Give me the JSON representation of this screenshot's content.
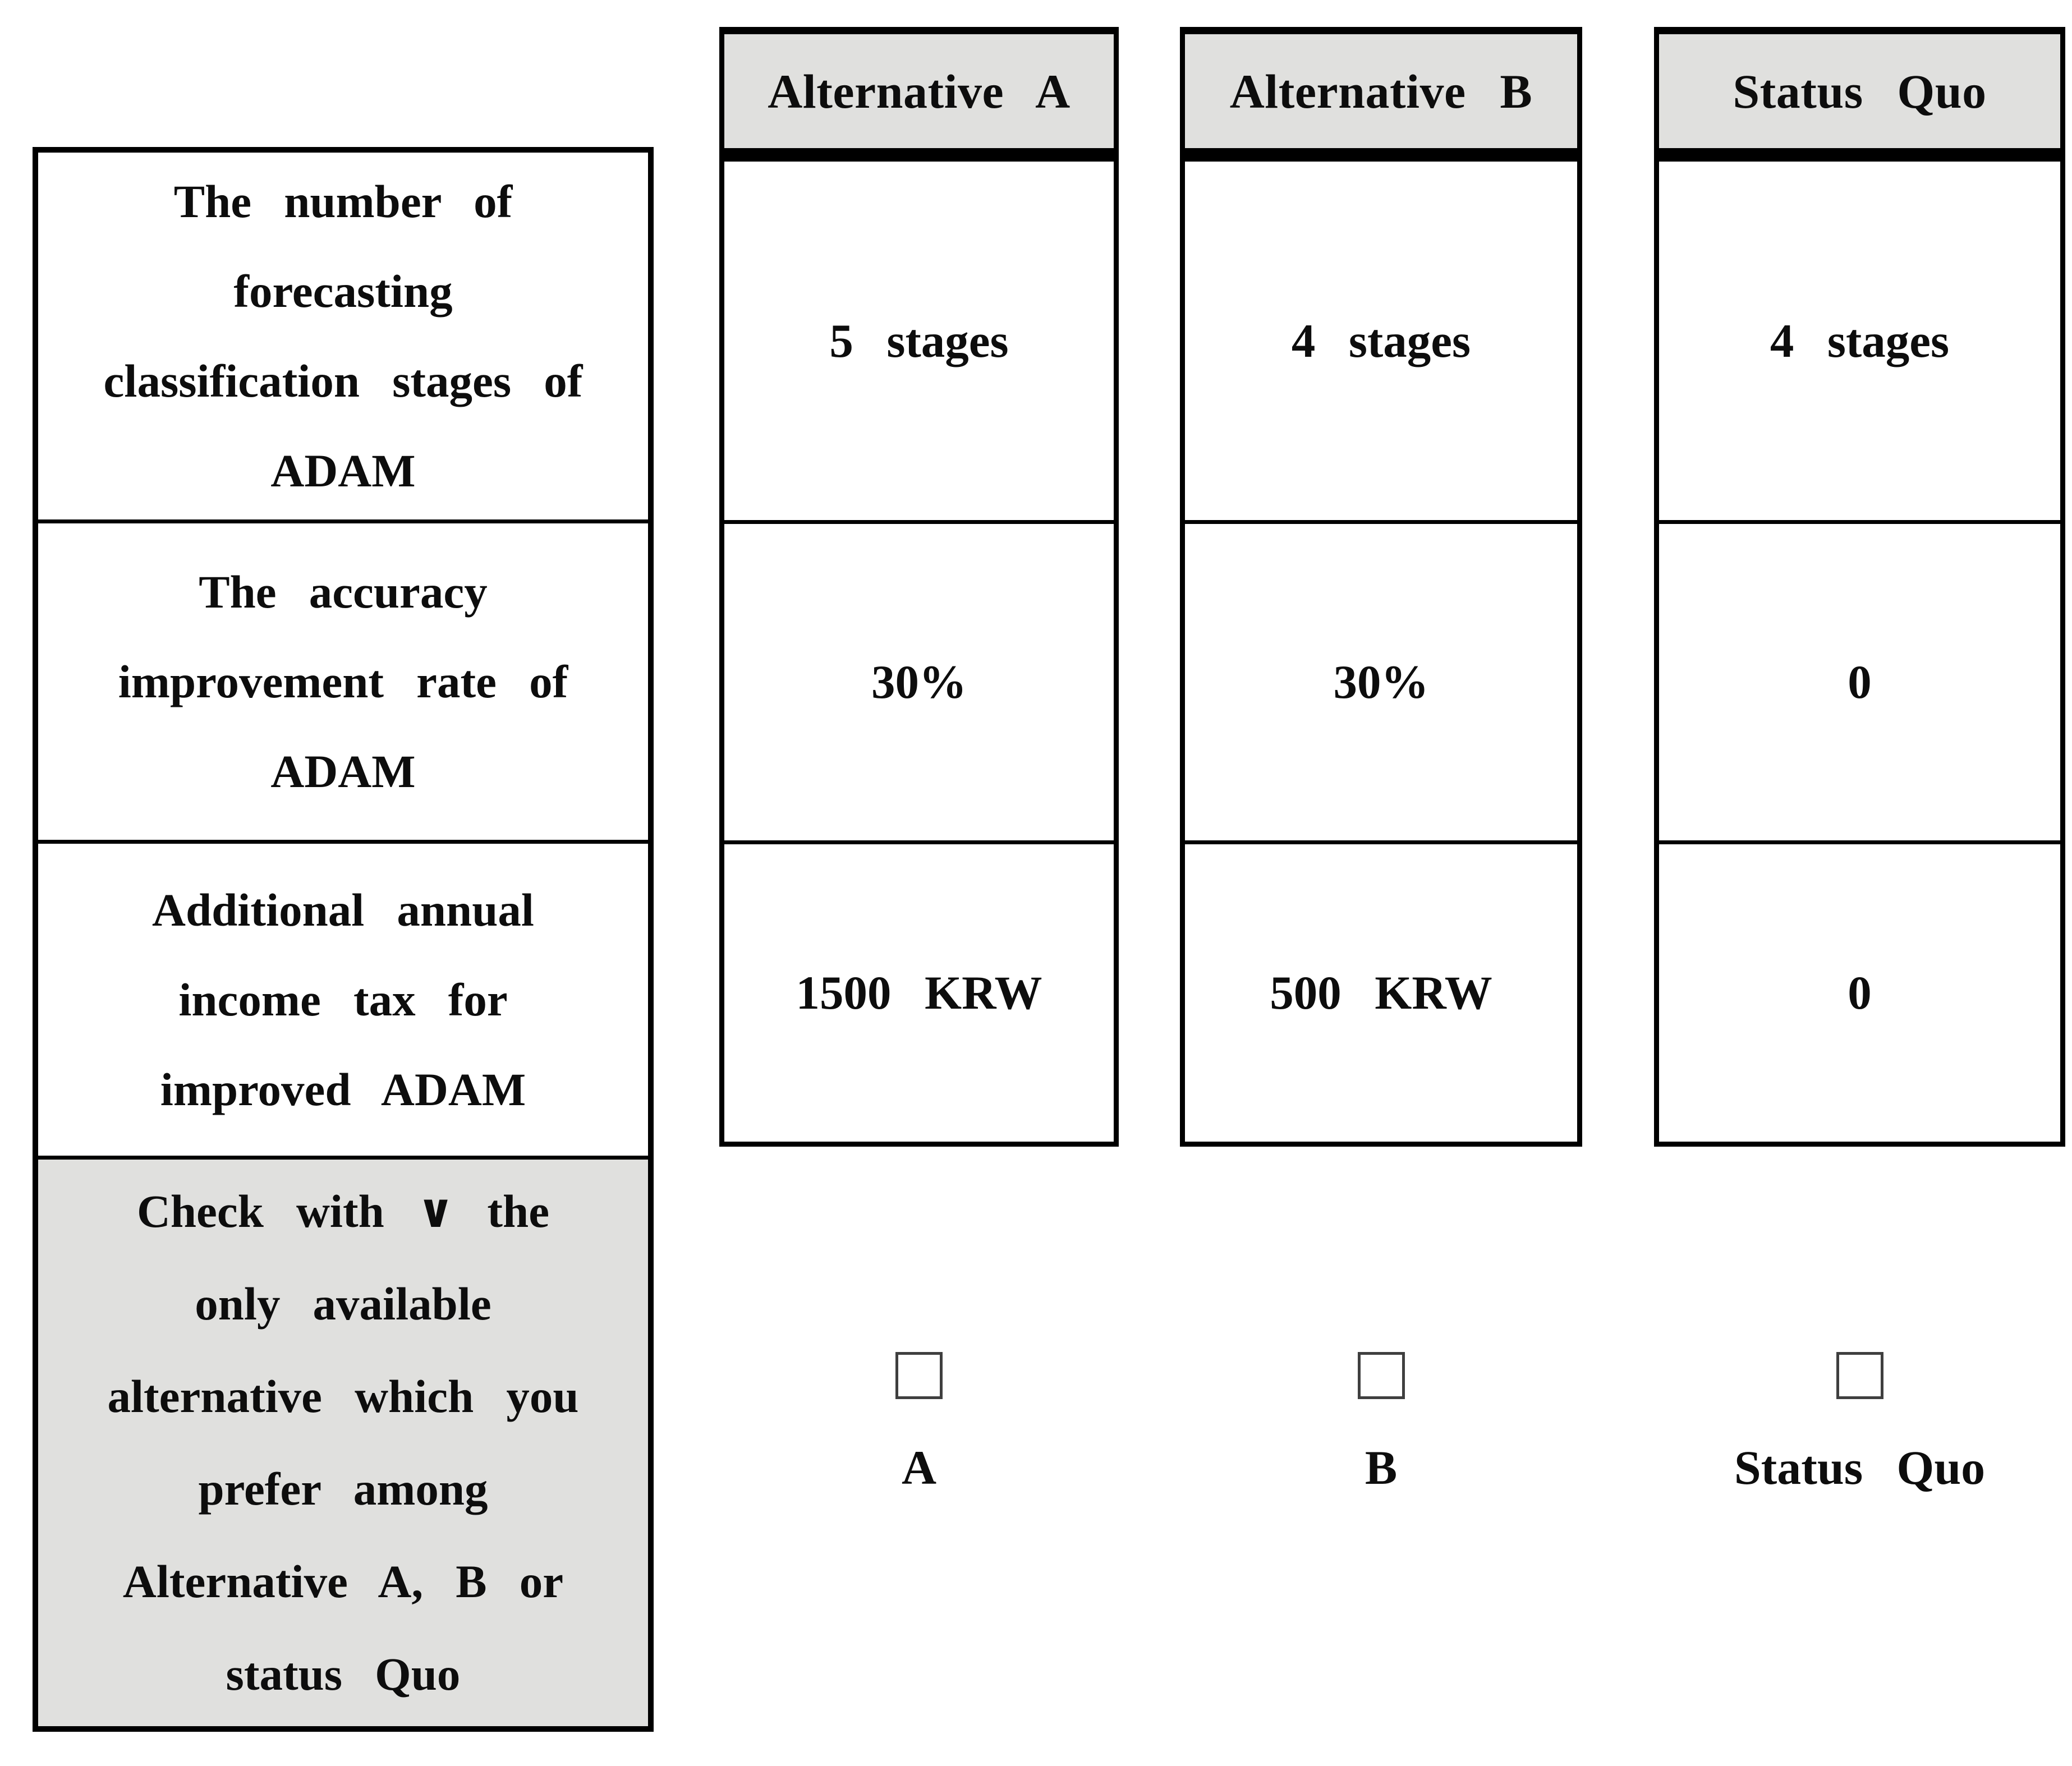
{
  "table": {
    "attributes": [
      {
        "label_lines": [
          "The number of",
          "forecasting",
          "classification stages of",
          "ADAM"
        ]
      },
      {
        "label_lines": [
          "The accuracy",
          "improvement rate of",
          "ADAM"
        ]
      },
      {
        "label_lines": [
          "Additional annual",
          "income tax for",
          "improved ADAM"
        ]
      }
    ],
    "instruction_lines": [
      "Check with ∨ the",
      "only available",
      "alternative which you",
      "prefer among",
      "Alternative A, B or",
      "status Quo"
    ],
    "columns": [
      {
        "header": "Alternative A",
        "stages": "5 stages",
        "accuracy": "30%",
        "tax": "1500 KRW",
        "choice_label": "A",
        "checkbox_state": "unchecked"
      },
      {
        "header": "Alternative B",
        "stages": "4 stages",
        "accuracy": "30%",
        "tax": "500 KRW",
        "choice_label": "B",
        "checkbox_state": "unchecked"
      },
      {
        "header": "Status Quo",
        "stages": "4 stages",
        "accuracy": "0",
        "tax": "0",
        "choice_label": "Status Quo",
        "checkbox_state": "unchecked"
      }
    ],
    "colors": {
      "header_bg": "#e0e0de",
      "instruction_bg": "#e0e0de",
      "border": "#000000",
      "checkbox_border": "#3f3f3f"
    }
  }
}
